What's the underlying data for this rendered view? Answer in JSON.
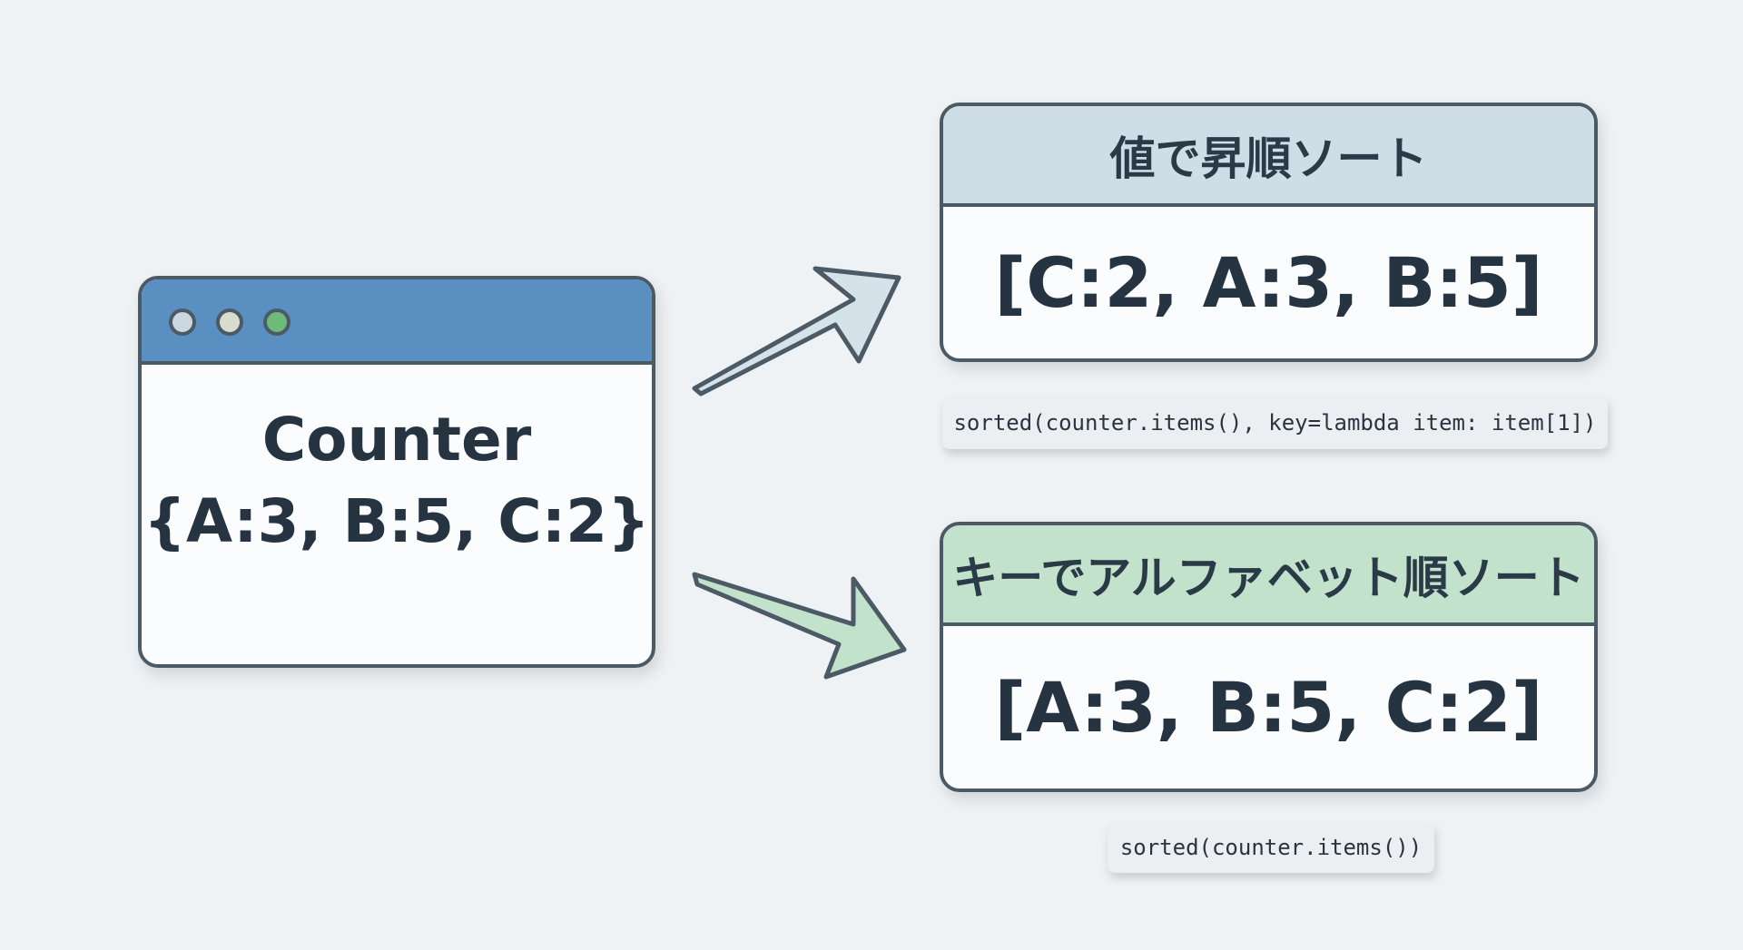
{
  "source": {
    "title": "Counter",
    "value": "{A:3, B:5, C:2}",
    "window_dots": [
      "gray-dot",
      "beige-dot",
      "green-dot"
    ]
  },
  "value_sort": {
    "title": "値で昇順ソート",
    "result": "[C:2, A:3, B:5]",
    "code": "sorted(counter.items(), key=lambda item: item[1])",
    "header_color": "#cfdde7"
  },
  "key_sort": {
    "title": "キーでアルファベット順ソート",
    "result": "[A:3, B:5, C:2]",
    "code": "sorted(counter.items())",
    "header_color": "#c3e2cc"
  },
  "colors": {
    "window_bar": "#5a8fc2",
    "border": "#4c5a66"
  }
}
